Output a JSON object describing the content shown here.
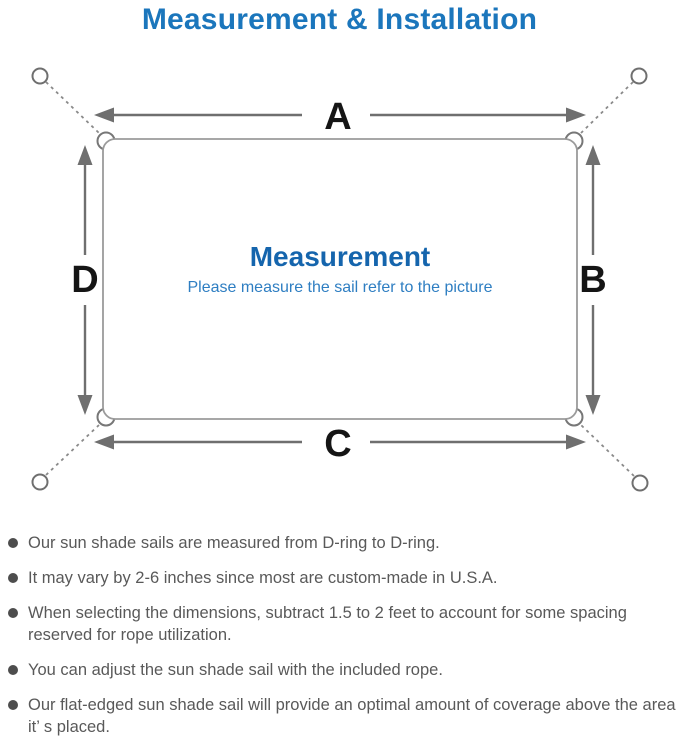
{
  "title": "Measurement & Installation",
  "diagram": {
    "labels": {
      "top": "A",
      "right": "B",
      "bottom": "C",
      "left": "D"
    },
    "center_title": "Measurement",
    "center_subtitle": "Please measure the sail refer to the picture",
    "colors": {
      "title_blue": "#1b76bc",
      "center_title_blue": "#1565ad",
      "center_subtitle_blue": "#2e7ec2",
      "line_gray": "#6f6f6f",
      "sail_outline_gray": "#9b9b9b",
      "note_text_gray": "#595959"
    }
  },
  "notes": [
    "Our sun shade sails are measured from D-ring to D-ring.",
    "It may vary by 2-6 inches since most are custom-made in U.S.A.",
    "When selecting the dimensions, subtract 1.5 to 2 feet to account for some spacing reserved for rope utilization.",
    "You can adjust the sun shade sail with the included rope.",
    "Our flat-edged sun shade sail will provide an optimal amount of coverage above the area it’ s placed."
  ]
}
